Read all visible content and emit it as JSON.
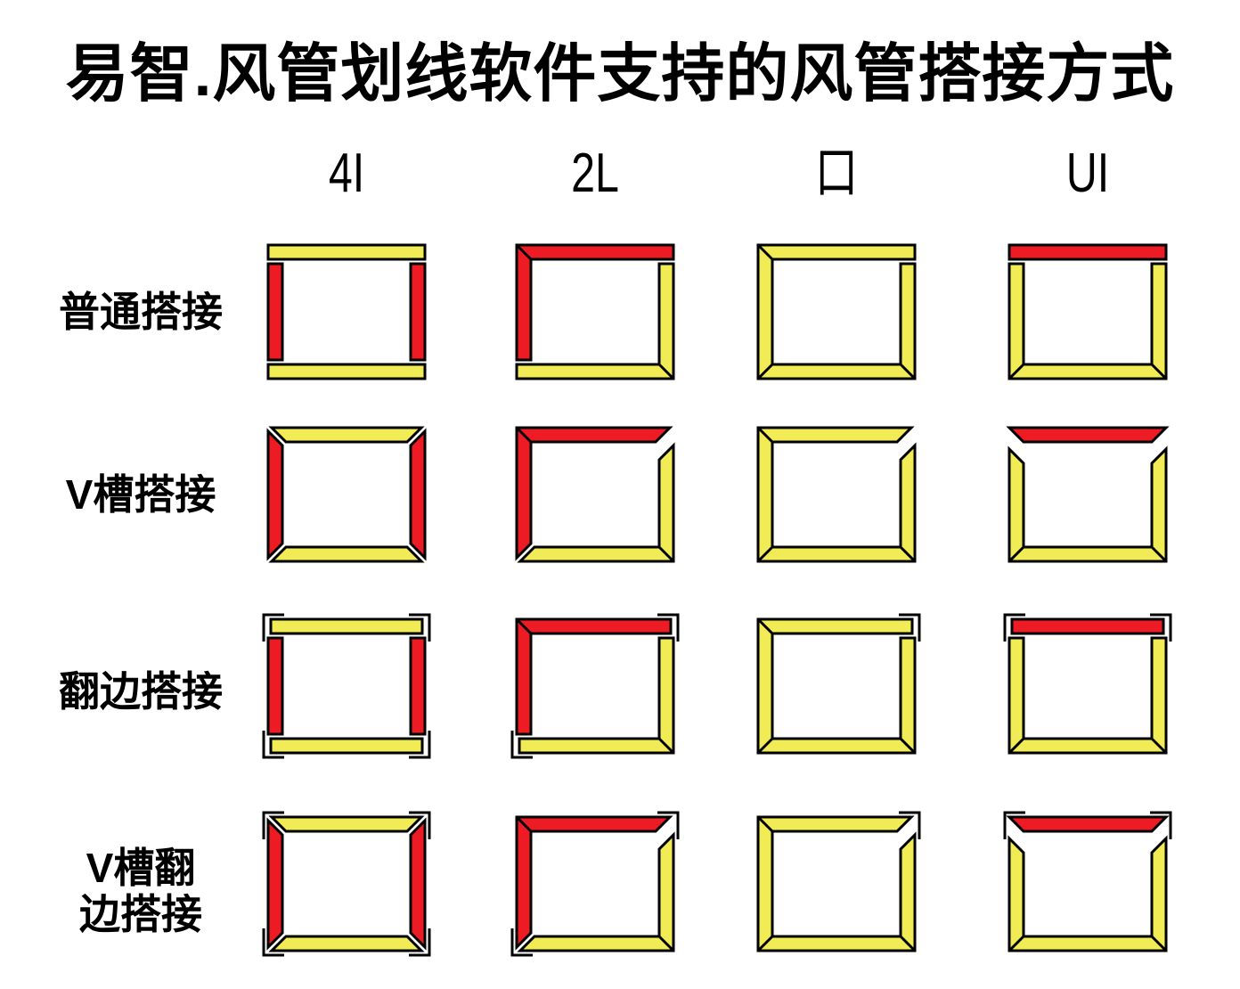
{
  "title": "易智.风管划线软件支持的风管搭接方式",
  "palette": {
    "red": "#ED1C24",
    "yellow": "#F1EB55",
    "outline": "#000000",
    "background": "#FFFFFF"
  },
  "columns": [
    {
      "id": "4I",
      "label": "4I",
      "pieces": "four separate bars",
      "side_colors": {
        "top": "yellow",
        "bottom": "yellow",
        "left": "red",
        "right": "red"
      }
    },
    {
      "id": "2L",
      "label": "2L",
      "pieces": "two L-shaped pieces joined at top-left and bottom-right",
      "side_colors": {
        "top": "red",
        "left": "red",
        "right": "yellow",
        "bottom": "yellow"
      }
    },
    {
      "id": "kou",
      "label": "口",
      "pieces": "one wrap-around piece with seam at top-right",
      "side_colors": {
        "top": "yellow",
        "bottom": "yellow",
        "left": "yellow",
        "right": "yellow"
      }
    },
    {
      "id": "UI",
      "label": "UI",
      "pieces": "U-shaped piece plus separate top bar",
      "side_colors": {
        "top": "red",
        "bottom": "yellow",
        "left": "yellow",
        "right": "yellow"
      }
    }
  ],
  "rows": [
    {
      "id": "plain",
      "label": "普通搭接",
      "label_lines": [
        "普通搭接"
      ],
      "end_style": "straight",
      "flanged": false
    },
    {
      "id": "vgroove",
      "label": "V槽搭接",
      "label_lines": [
        "V槽搭接"
      ],
      "end_style": "beveled",
      "flanged": false
    },
    {
      "id": "flange",
      "label": "翻边搭接",
      "label_lines": [
        "翻边搭接"
      ],
      "end_style": "straight",
      "flanged": true
    },
    {
      "id": "vgroove-flange",
      "label": "V槽翻边搭接",
      "label_lines": [
        "V槽翻",
        "边搭接"
      ],
      "end_style": "beveled",
      "flanged": true
    }
  ]
}
